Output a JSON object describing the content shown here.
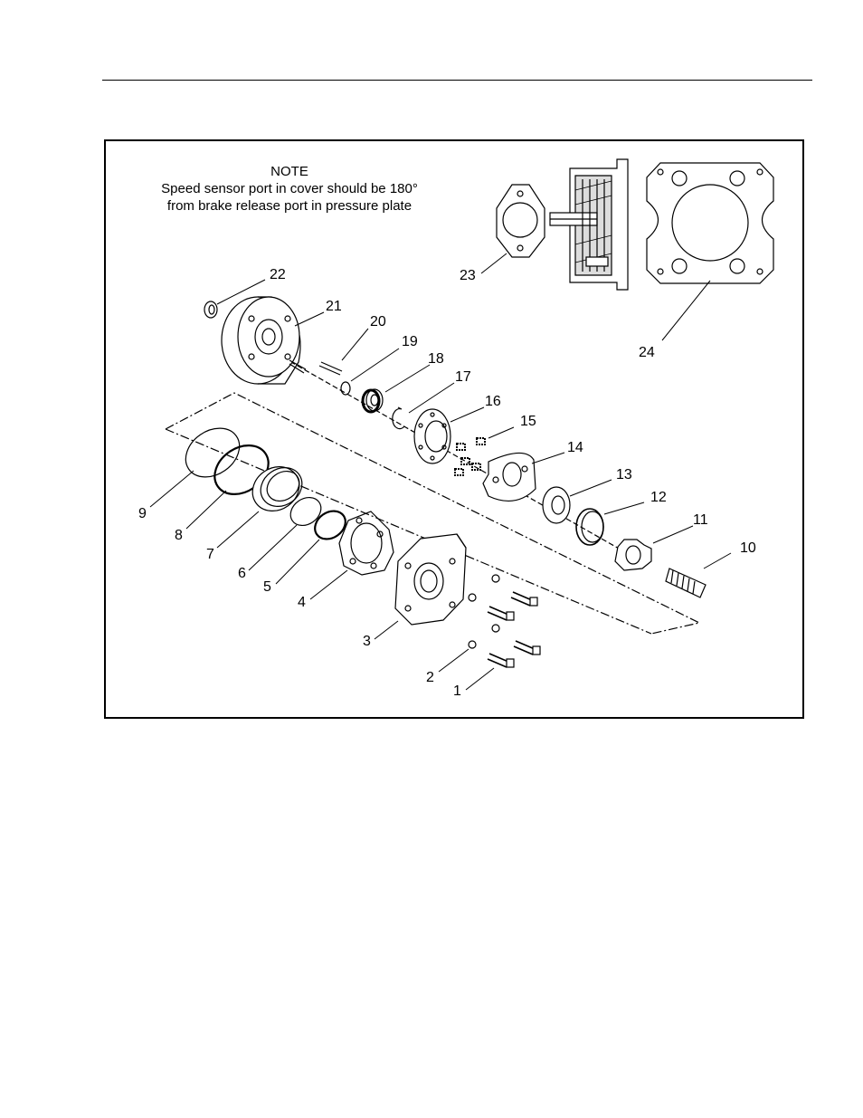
{
  "figure": {
    "note": {
      "heading": "NOTE",
      "line1": "Speed sensor port in cover should be 180°",
      "line2": "from brake release port in pressure plate"
    },
    "callouts": [
      "1",
      "2",
      "3",
      "4",
      "5",
      "6",
      "7",
      "8",
      "9",
      "10",
      "11",
      "12",
      "13",
      "14",
      "15",
      "16",
      "17",
      "18",
      "19",
      "20",
      "21",
      "22",
      "23",
      "24"
    ]
  }
}
